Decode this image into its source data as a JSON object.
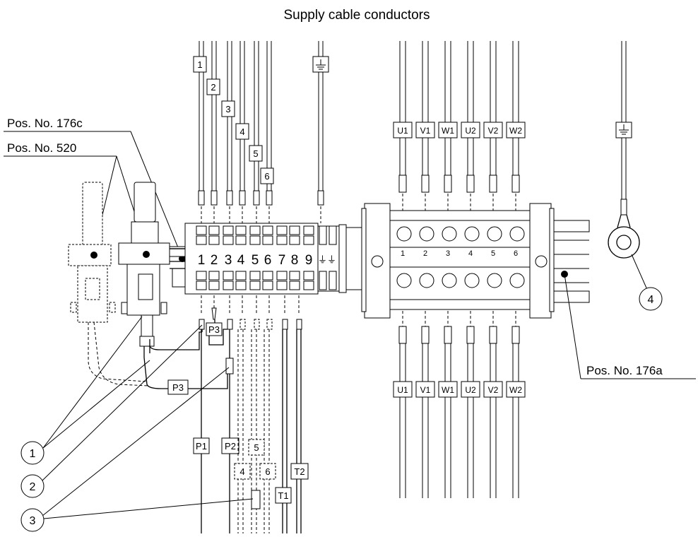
{
  "title": "Supply cable conductors",
  "pos_labels": {
    "p176c": "Pos. No. 176c",
    "p520": "Pos. No. 520",
    "p176a": "Pos. No. 176a"
  },
  "conductor_labels": {
    "c1": "1",
    "c2": "2",
    "c3": "3",
    "c4": "4",
    "c5": "5",
    "c6": "6"
  },
  "terminal_numbers": {
    "t1": "1",
    "t2": "2",
    "t3": "3",
    "t4": "4",
    "t5": "5",
    "t6": "6",
    "t7": "7",
    "t8": "8",
    "t9": "9"
  },
  "earth_marks": "⏚⏚",
  "phase_labels": {
    "top_u1": "U1",
    "top_v1": "V1",
    "top_w1": "W1",
    "top_u2": "U2",
    "top_v2": "V2",
    "top_w2": "W2",
    "bot_u1": "U1",
    "bot_v1": "V1",
    "bot_w1": "W1",
    "bot_u2": "U2",
    "bot_v2": "V2",
    "bot_w2": "W2"
  },
  "terminal_block_numbers": {
    "n1": "1",
    "n2": "2",
    "n3": "3",
    "n4": "4",
    "n5": "5",
    "n6": "6"
  },
  "lower_labels": {
    "p3_upper": "P3",
    "p3_lower": "P3",
    "p1": "P1",
    "p2": "P2",
    "t1": "T1",
    "t2": "T2",
    "d4": "4",
    "d5": "5",
    "d6": "6"
  },
  "callouts": {
    "c1": "1",
    "c2": "2",
    "c3": "3",
    "c4": "4"
  }
}
